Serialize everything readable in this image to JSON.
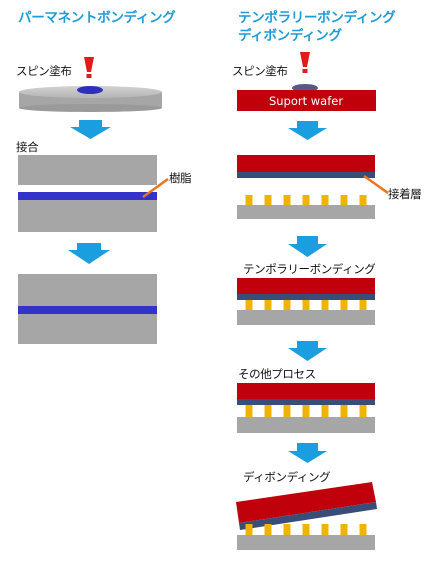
{
  "left_column": {
    "title": "パーマネントボンディング",
    "steps": {
      "spin_coat": "スピン塗布",
      "bond": "接合",
      "resin": "樹脂"
    }
  },
  "right_column": {
    "title_line1": "テンポラリーボンディング",
    "title_line2": "ディボンディング",
    "steps": {
      "spin_coat": "スピン塗布",
      "support_wafer": "Suport wafer",
      "adhesive_layer": "接着層",
      "temporary_bonding": "テンポラリーボンディング",
      "other_process": "その他プロセス",
      "debonding": "ディボンディング"
    }
  },
  "colors": {
    "title": "#1e9bd7",
    "arrow": "#1a9ee0",
    "marker": "#e31a1a",
    "wafer_gray": "#a6a6a6",
    "resin_blue": "#3333c9",
    "support_red": "#c0000a",
    "adhesive_navy": "#3a4d78",
    "bump_gold": "#f0b400",
    "leader_orange": "#e8761e"
  }
}
